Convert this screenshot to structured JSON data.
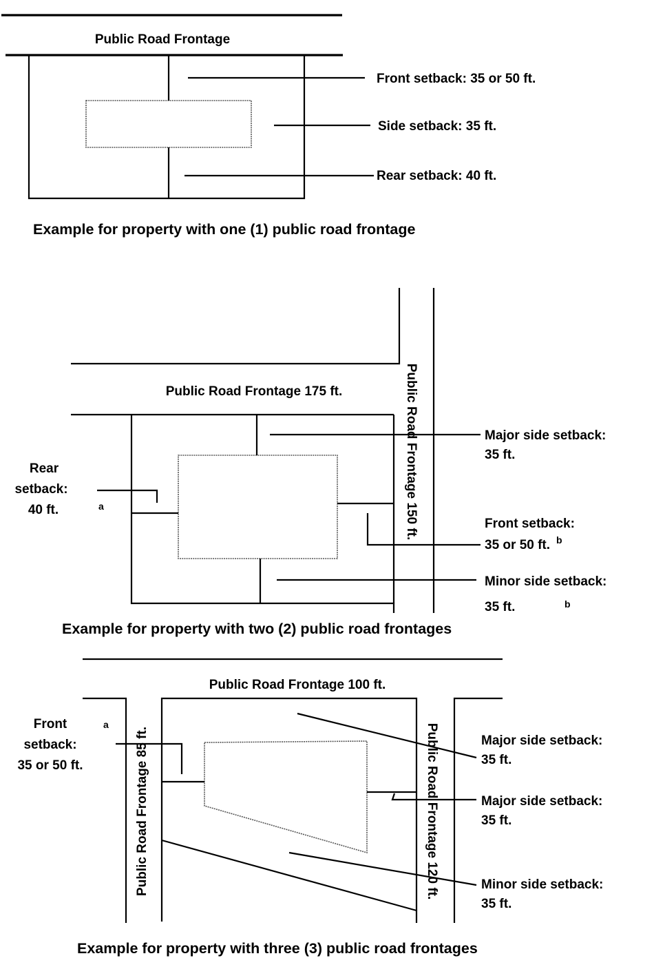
{
  "diagram1": {
    "road_label": "Public Road Frontage",
    "front_setback": "Front setback:  35 or 50 ft.",
    "side_setback": "Side setback:  35 ft.",
    "rear_setback": "Rear setback:  40 ft.",
    "caption": "Example for property with one (1) public road frontage"
  },
  "diagram2": {
    "road_top_label": "Public Road Frontage 175 ft.",
    "road_right_label": "Public Road Frontage 150 ft.",
    "rear_setback_line1": "Rear",
    "rear_setback_line2": "setback:",
    "rear_setback_line3": "40 ft.",
    "rear_footnote": "a",
    "major_side_line1": "Major side setback:",
    "major_side_line2": "35 ft.",
    "front_line1": "Front setback:",
    "front_line2": "35 or 50 ft.",
    "front_footnote": "b",
    "minor_side_line1": "Minor side setback:",
    "minor_side_line2": "35 ft.",
    "minor_footnote": "b",
    "caption": "Example for property with two (2) public road frontages"
  },
  "diagram3": {
    "road_top_label": "Public Road Frontage 100 ft.",
    "road_left_label": "Public Road Frontage  85 ft.",
    "road_right_label": "Public Road Frontage 120 ft.",
    "front_line1": "Front",
    "front_line2": "setback:",
    "front_line3": "35 or 50 ft.",
    "front_footnote": "a",
    "major_side1_line1": "Major side setback:",
    "major_side1_line2": "35 ft.",
    "major_side2_line1": "Major side setback:",
    "major_side2_line2": "35 ft.",
    "minor_side_line1": "Minor side setback:",
    "minor_side_line2": "35 ft.",
    "caption": "Example for property with three (3) public road frontages"
  }
}
